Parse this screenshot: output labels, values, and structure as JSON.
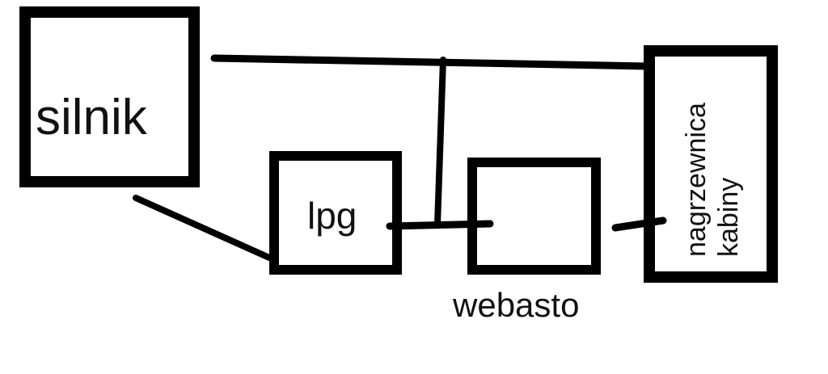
{
  "nodes": {
    "engine": {
      "label": "silnik"
    },
    "lpg": {
      "label": "lpg"
    },
    "webasto": {
      "label": "webasto"
    },
    "heater": {
      "label_line1": "nagrzewnica",
      "label_line2": "kabiny"
    }
  },
  "colors": {
    "stroke": "#000000",
    "background": "#ffffff"
  }
}
